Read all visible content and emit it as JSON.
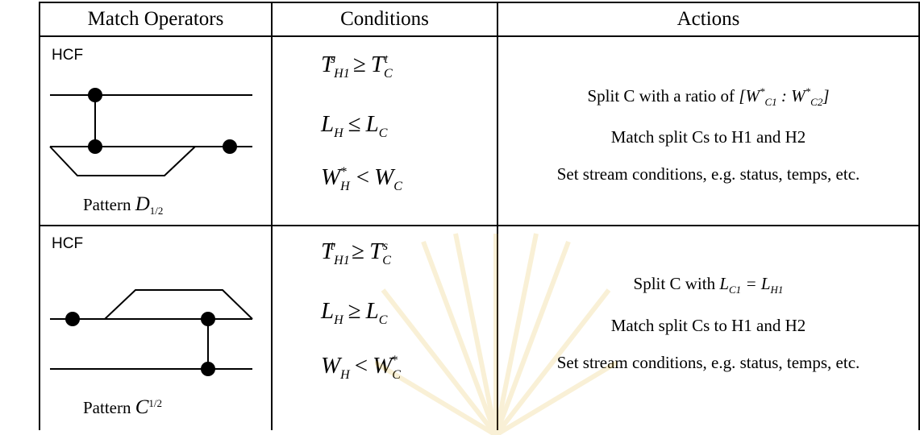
{
  "headers": {
    "match_operators": "Match Operators",
    "conditions": "Conditions",
    "actions": "Actions"
  },
  "rows": [
    {
      "hcf_label": "HCF",
      "pattern_prefix": "Pattern",
      "pattern_symbol": "D",
      "pattern_script": "1/2",
      "conditions": [
        {
          "lhs": "T",
          "lhs_sup": "s",
          "lhs_sub": "H1",
          "op": "≥",
          "rhs": "T",
          "rhs_sup": "t",
          "rhs_sub": "C"
        },
        {
          "lhs": "L",
          "lhs_sup": "",
          "lhs_sub": "H",
          "op": "≤",
          "rhs": "L",
          "rhs_sup": "",
          "rhs_sub": "C"
        },
        {
          "lhs": "W",
          "lhs_sup": "*",
          "lhs_sub": "H",
          "op": "<",
          "rhs": "W",
          "rhs_sup": "",
          "rhs_sub": "C"
        }
      ],
      "action_1_text": "Split C with a ratio of",
      "action_1_math": "[W*C1 : W*C2]",
      "action_2": "Match split Cs to H1 and H2",
      "action_3": "Set stream conditions, e.g. status, temps, etc."
    },
    {
      "hcf_label": "HCF",
      "pattern_prefix": "Pattern",
      "pattern_symbol": "C",
      "pattern_script": "1/2",
      "conditions": [
        {
          "lhs": "T",
          "lhs_sup": "t",
          "lhs_sub": "H1",
          "op": "≥",
          "rhs": "T",
          "rhs_sup": "s",
          "rhs_sub": "C"
        },
        {
          "lhs": "L",
          "lhs_sup": "",
          "lhs_sub": "H",
          "op": "≥",
          "rhs": "L",
          "rhs_sup": "",
          "rhs_sub": "C"
        },
        {
          "lhs": "W",
          "lhs_sup": "",
          "lhs_sub": "H",
          "op": "<",
          "rhs": "W",
          "rhs_sup": "*",
          "rhs_sub": "C"
        }
      ],
      "action_1_text": "Split C with",
      "action_1_math": "LC1 = LH1",
      "action_2": "Match split Cs to H1 and H2",
      "action_3": "Set stream conditions, e.g. status, temps, etc."
    }
  ]
}
